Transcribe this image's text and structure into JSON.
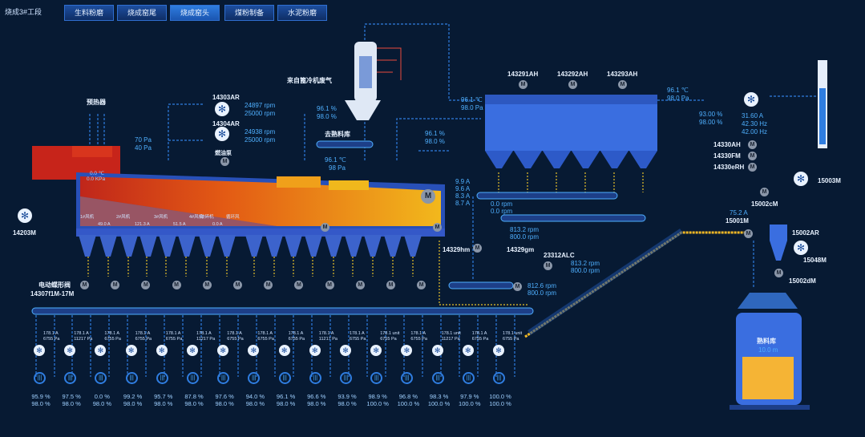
{
  "colors": {
    "bg": "#071a33",
    "accent": "#4fb0ff",
    "pipe": "#2f7de0",
    "hot": "#e07a10"
  },
  "nav": {
    "title": "烧成3#工段",
    "tabs": [
      "生料粉磨",
      "烧成窑尾",
      "烧成窑头",
      "煤粉制备",
      "水泥粉磨"
    ]
  },
  "top": {
    "cooler_air_label": "来自篦冷机废气",
    "collector_label": "去熟料库",
    "col_pct": [
      "96.1 %",
      "98.0 %"
    ],
    "in_pct": [
      "96.1 %",
      "98.0 %"
    ],
    "mid_temp": [
      "96.1 ℃",
      "98 Pa"
    ],
    "fan1": {
      "name": "14303AR",
      "vals": [
        "24897 rpm",
        "25000 rpm"
      ]
    },
    "fan2": {
      "name": "14304AR",
      "vals": [
        "24938 rpm",
        "25000 rpm"
      ]
    },
    "burner_label": "燃油泵",
    "pressure_box": "预热器",
    "pa": [
      "70 Pa",
      "40 Pa"
    ],
    "bag": {
      "t": [
        "96.1 ℃",
        "98.0 Pa"
      ],
      "units": [
        "143291AH",
        "143292AH",
        "143293AH"
      ],
      "out": [
        "96.1 ℃",
        "98.0 Pa"
      ]
    },
    "damper": [
      "93.00 %",
      "98.00 %"
    ],
    "mainfan": [
      "31.60 A",
      "42.30 Hz",
      "42.00 Hz"
    ],
    "side": [
      "14330AH",
      "14330FM",
      "14330eRH"
    ]
  },
  "cooler": {
    "left_fan": "14203M",
    "kiln_vals": [
      "0.0 ℃",
      "0.0 KPa"
    ],
    "zones": [
      "1#风机",
      "2#风机",
      "3#风机",
      "4#风机",
      "破碎机",
      "循环风"
    ],
    "zone_vals": [
      "49.0 A",
      "121.3 A",
      "51.5 A",
      "0.0 A"
    ],
    "hammer": "14329hm",
    "conv": [
      "9.9 A",
      "9.6 A",
      "8.3 A",
      "8.7 A"
    ],
    "rpm1": [
      "0.0 rpm",
      "0.0 rpm"
    ],
    "rpm2": [
      "813.2 rpm",
      "800.0 rpm"
    ],
    "mid_name": "14329gm",
    "mid2": "23312ALC",
    "rpm3": [
      "813.2 rpm",
      "800.0 rpm"
    ],
    "rpm4": [
      "812.6 rpm",
      "800.0 rpm"
    ],
    "valve_title": "电动蝶形阀",
    "valve_range": "14307f1M-17M"
  },
  "silo": {
    "name": "熟料库",
    "level": "10.0 m",
    "top_name": "15001M",
    "top_val": "75.2 A",
    "d2": "15002cM",
    "d3": "15002AR",
    "d4": "15048M",
    "d5": "15002dM",
    "f5": "15003M"
  },
  "fans_row": [
    {
      "a": "178.1 A",
      "b": "6755 Pa",
      "p1": "95.9 %",
      "p2": "98.0 %"
    },
    {
      "a": "178.1 A",
      "b": "11217 Pa",
      "p1": "97.5 %",
      "p2": "98.0 %"
    },
    {
      "a": "178.1 A",
      "b": "6755 Pa",
      "p1": "0.0 %",
      "p2": "98.0 %"
    },
    {
      "a": "178.1 A",
      "b": "6755 Pa",
      "p1": "99.2 %",
      "p2": "98.0 %"
    },
    {
      "a": "178.1 A",
      "b": "6755 Pa",
      "p1": "95.7 %",
      "p2": "98.0 %"
    },
    {
      "a": "178.1 A",
      "b": "11217 Pa",
      "p1": "87.8 %",
      "p2": "98.0 %"
    },
    {
      "a": "178.1 A",
      "b": "6755 Pa",
      "p1": "97.6 %",
      "p2": "98.0 %"
    },
    {
      "a": "178.1 A",
      "b": "6755 Pa",
      "p1": "94.0 %",
      "p2": "98.0 %"
    },
    {
      "a": "178.1 A",
      "b": "6755 Pa",
      "p1": "96.1 %",
      "p2": "98.0 %"
    },
    {
      "a": "178.1 A",
      "b": "11217 Pa",
      "p1": "96.6 %",
      "p2": "98.0 %"
    },
    {
      "a": "178.1 A",
      "b": "6755 Pa",
      "p1": "93.9 %",
      "p2": "98.0 %"
    },
    {
      "a": "178.1 unit",
      "b": "6755 Pa",
      "p1": "98.9 %",
      "p2": "100.0 %"
    },
    {
      "a": "178.1 A",
      "b": "6755 Pa",
      "p1": "96.8 %",
      "p2": "100.0 %"
    },
    {
      "a": "178.1 unit",
      "b": "11217 Pa",
      "p1": "98.3 %",
      "p2": "100.0 %"
    },
    {
      "a": "178.1 A",
      "b": "6755 Pa",
      "p1": "97.9 %",
      "p2": "100.0 %"
    },
    {
      "a": "178.1 unit",
      "b": "6755 Pa",
      "p1": "100.0 %",
      "p2": "100.0 %"
    }
  ]
}
